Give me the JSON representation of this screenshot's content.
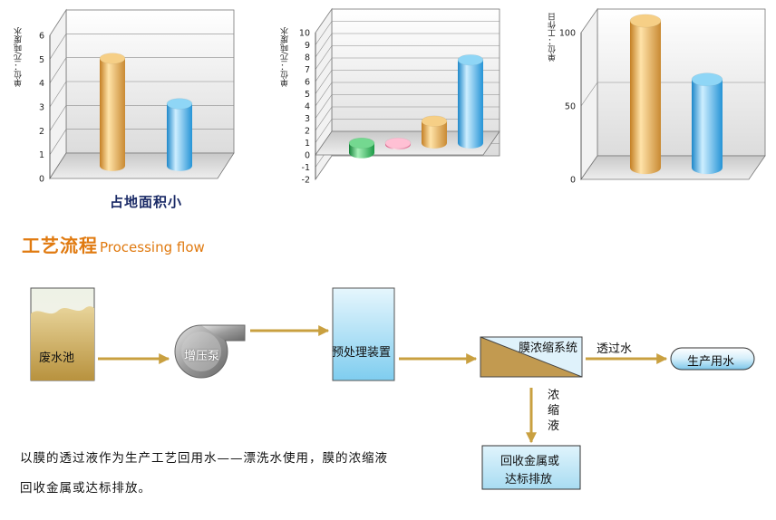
{
  "chart_data": [
    {
      "type": "bar",
      "ylabel": "单位：元/吨废水",
      "yticks": [
        0,
        1,
        2,
        3,
        4,
        5,
        6
      ],
      "ylim": [
        0,
        6
      ],
      "values": [
        4.5,
        2.6
      ],
      "colors": [
        "#e0a64a",
        "#3aa8e0"
      ],
      "caption": "占地面积小"
    },
    {
      "type": "bar",
      "ylabel": "单位：元/吨废水",
      "yticks": [
        -2,
        -1,
        0,
        1,
        2,
        3,
        4,
        5,
        6,
        7,
        8,
        9,
        10
      ],
      "ylim": [
        -2,
        10
      ],
      "values": [
        -0.8,
        -0.1,
        1.8,
        6.8
      ],
      "colors": [
        "#2eaa4a",
        "#f07aa0",
        "#e0a64a",
        "#3aa8e0"
      ]
    },
    {
      "type": "bar",
      "ylabel": "单位：工作日",
      "yticks": [
        0,
        50,
        100
      ],
      "ylim": [
        0,
        100
      ],
      "values": [
        100,
        60
      ],
      "colors": [
        "#e0a64a",
        "#3aa8e0"
      ]
    }
  ],
  "section": {
    "title_cn": "工艺流程",
    "title_en": "Processing flow"
  },
  "flow": {
    "pool": "废水池",
    "pump": "增压泵",
    "pretreat": "预处理装置",
    "membrane": "膜浓缩系统",
    "permeate_label": "透过水",
    "product": "生产用水",
    "concentrate_label": "浓\n缩\n液",
    "recovery_line1": "回收金属或",
    "recovery_line2": "达标排放"
  },
  "description": {
    "line1": "以膜的透过液作为生产工艺回用水——漂洗水使用，膜的浓缩液",
    "line2": "回收金属或达标排放。"
  },
  "colors": {
    "arrow": "#c9a040",
    "accent": "#e07a10",
    "water": "#9fd8f0",
    "sludge": "#c9a85a"
  }
}
